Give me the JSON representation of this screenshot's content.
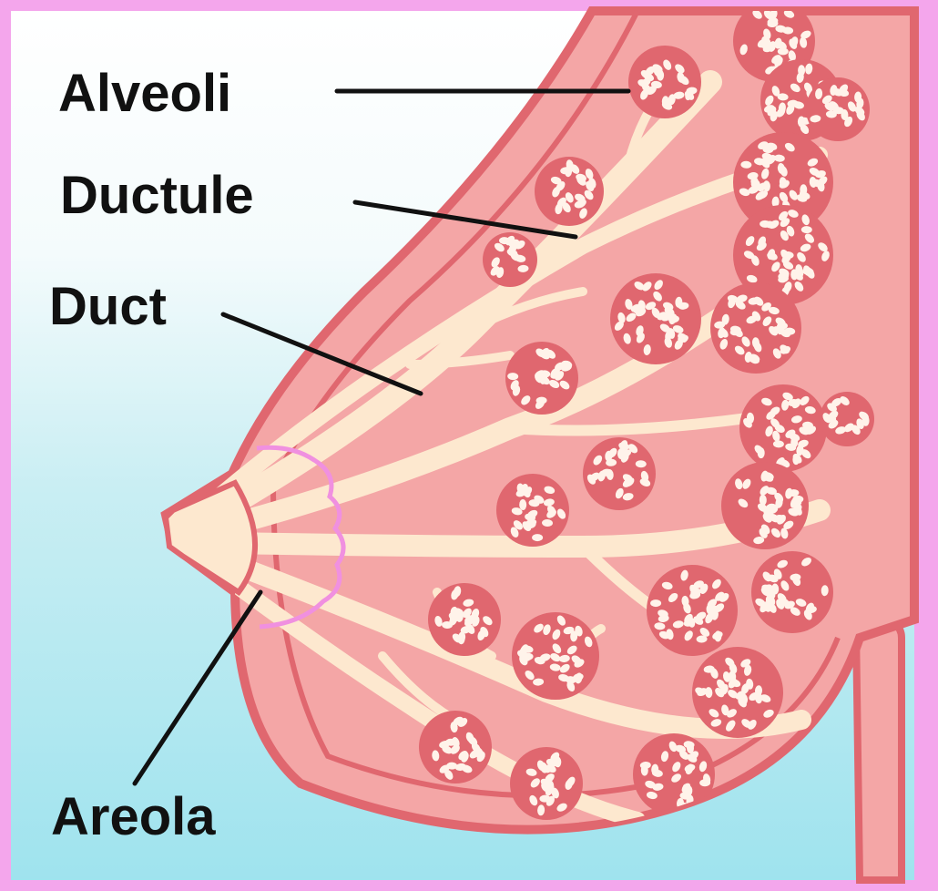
{
  "labels": {
    "alveoli": "Alveoli",
    "ductule": "Ductule",
    "duct": "Duct",
    "areola": "Areola"
  },
  "colors": {
    "frame": "#f4a6ec",
    "background_top": "#ffffff",
    "background_bottom": "#9fe3ee",
    "tissue": "#f4a6a6",
    "outline": "#e0676f",
    "duct": "#fde8cf",
    "lobule_cell": "#fff3ea",
    "areola_outline": "#f090e0",
    "leader_line": "#111111"
  }
}
